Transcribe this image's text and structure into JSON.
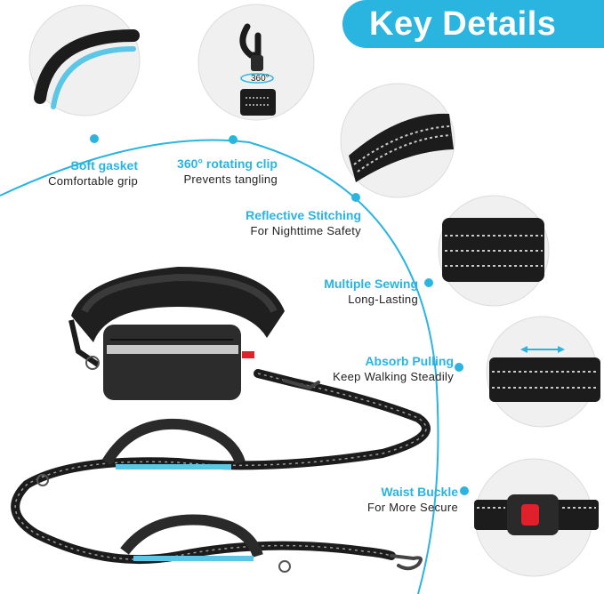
{
  "banner": {
    "title": "Key Details"
  },
  "features": [
    {
      "id": "soft-gasket",
      "title": "Soft gasket",
      "subtitle": "Comfortable grip"
    },
    {
      "id": "rotating-clip",
      "title": "360° rotating clip",
      "subtitle": "Prevents tangling"
    },
    {
      "id": "reflective-stitching",
      "title": "Reflective Stitching",
      "subtitle": "For Nighttime Safety"
    },
    {
      "id": "multiple-sewing",
      "title": "Multiple Sewing",
      "subtitle": "Long-Lasting"
    },
    {
      "id": "absorb-pulling",
      "title": "Absorb Pulling",
      "subtitle": "Keep Walking Steadily"
    },
    {
      "id": "waist-buckle",
      "title": "Waist Buckle",
      "subtitle": "For More Secure"
    }
  ],
  "clip_badge": "360°",
  "colors": {
    "accent": "#2ab4e0",
    "strap": "#1c1c1c",
    "handle": "#5bc6e6",
    "reflective": "#c8c8c8",
    "buckle_button": "#e0202a"
  }
}
